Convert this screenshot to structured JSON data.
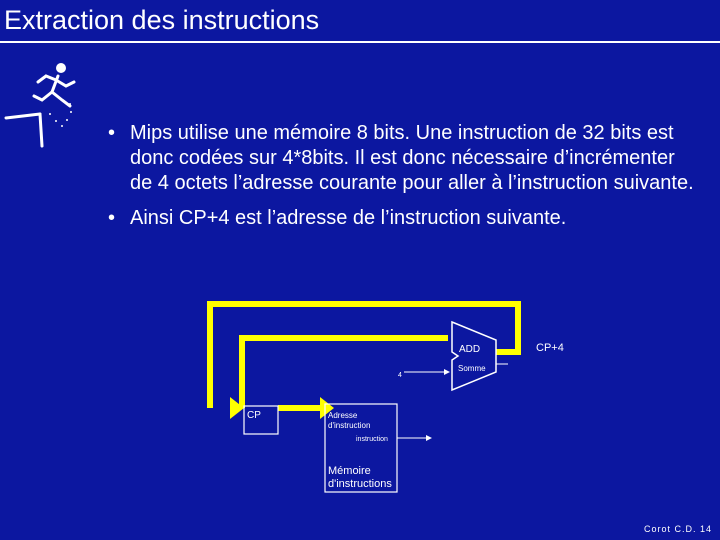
{
  "slide": {
    "title": "Extraction des instructions",
    "bullets": [
      "Mips utilise une mémoire 8 bits. Une instruction de 32 bits est donc codées sur 4*8bits. Il est donc nécessaire d’incrémenter de 4 octets l’adresse courante pour aller à l’instruction suivante.",
      "Ainsi CP+4 est l’adresse de l’instruction suivante."
    ],
    "footer": "Corot C.D. 14"
  },
  "diagram": {
    "add_label": "ADD",
    "const_label": "4",
    "somme_label": "Somme",
    "cp_plus4_label": "CP+4",
    "cp_label": "CP",
    "adresse_label_line1": "Adresse",
    "adresse_label_line2": "d'instruction",
    "instruction_label": "instruction",
    "memory_label_line1": "Mémoire",
    "memory_label_line2": "d'instructions",
    "wire_color": "#ffff00",
    "line_color": "#ffffff"
  }
}
